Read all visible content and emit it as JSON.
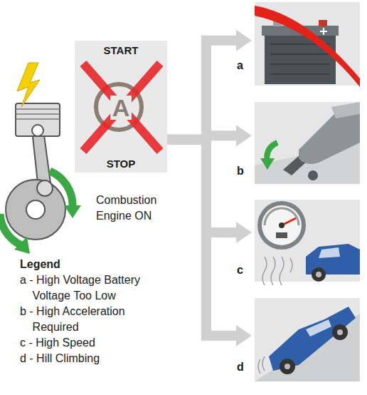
{
  "diagram": {
    "nodes": [
      {
        "text": [
          "START",
          "A",
          "STOP"
        ]
      },
      {
        "text": [
          "a"
        ]
      },
      {
        "text": [
          "b"
        ]
      },
      {
        "text": [
          "c"
        ]
      },
      {
        "text": [
          "d"
        ]
      }
    ],
    "edges": [
      {
        "from": 0,
        "to": 1,
        "arrow": "to"
      },
      {
        "from": 0,
        "to": 2,
        "arrow": "to"
      },
      {
        "from": 0,
        "to": 3,
        "arrow": "to"
      },
      {
        "from": 0,
        "to": 4,
        "arrow": "to"
      }
    ],
    "labels": [
      "Combustion Engine ON",
      "Legend"
    ],
    "legend": [
      {
        "text": "a - High Voltage Battery Voltage Too Low"
      },
      {
        "text": "b - High Acceleration Required"
      },
      {
        "text": "c - High Speed"
      },
      {
        "text": "d - Hill Climbing"
      }
    ]
  }
}
